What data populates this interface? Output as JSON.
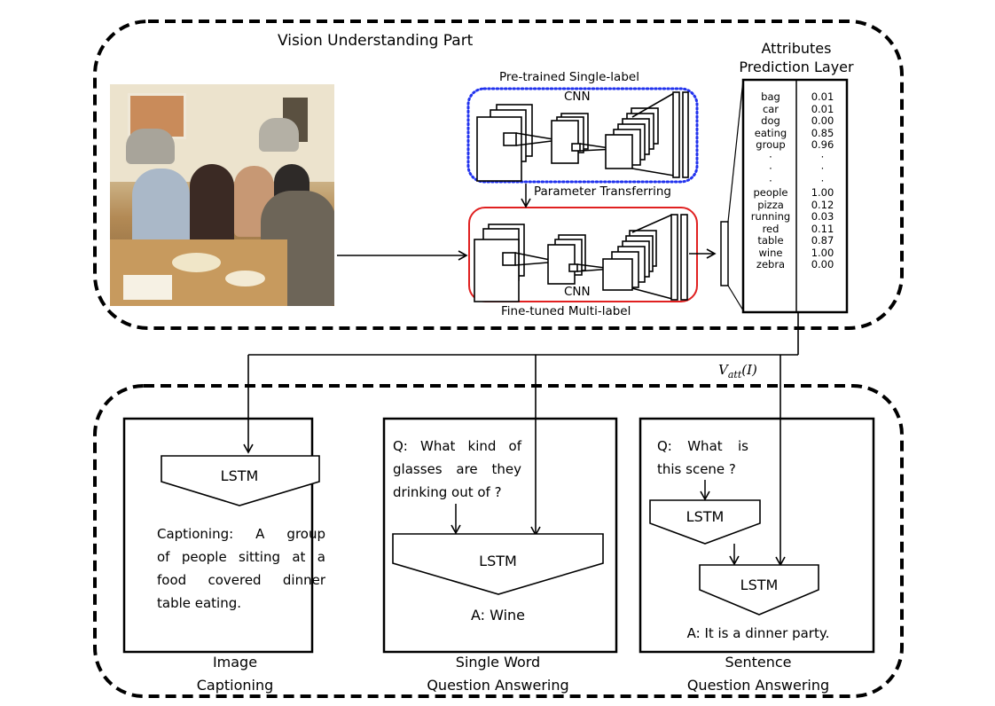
{
  "vision_part": {
    "title": "Vision Understanding Part",
    "photo_description": "dinner party scene with people at a food-covered table, wine glasses and hanging kettle lamps"
  },
  "pretrained_cnn": {
    "title": "Pre-trained Single-label",
    "subtitle": "CNN",
    "border_color": "#2233ee"
  },
  "transfer": {
    "label": "Parameter Transferring"
  },
  "finetuned_cnn": {
    "inner_label": "CNN",
    "caption": "Fine-tuned  Multi-label",
    "border_color": "#e02020"
  },
  "attributes": {
    "title_line1": "Attributes",
    "title_line2": "Prediction Layer",
    "rows": [
      {
        "name": "bag",
        "score": "0.01"
      },
      {
        "name": "car",
        "score": "0.01"
      },
      {
        "name": "dog",
        "score": "0.00"
      },
      {
        "name": "eating",
        "score": "0.85"
      },
      {
        "name": "group",
        "score": "0.96"
      },
      {
        "name": "·",
        "score": "·"
      },
      {
        "name": "·",
        "score": "·"
      },
      {
        "name": "·",
        "score": "·"
      },
      {
        "name": "people",
        "score": "1.00"
      },
      {
        "name": "pizza",
        "score": "0.12"
      },
      {
        "name": "running",
        "score": "0.03"
      },
      {
        "name": "red",
        "score": "0.11"
      },
      {
        "name": "table",
        "score": "0.87"
      },
      {
        "name": "wine",
        "score": "1.00"
      },
      {
        "name": "zebra",
        "score": "0.00"
      }
    ]
  },
  "vatt_label": {
    "main": "V",
    "sub": "att",
    "arg": "(I)"
  },
  "tasks": {
    "captioning": {
      "lstm": "LSTM",
      "text_lines": [
        "Captioning:  A  group",
        "of people sitting at a",
        "food  covered  dinner",
        "table eating."
      ],
      "title_line1": "Image",
      "title_line2": "Captioning"
    },
    "single_word_qa": {
      "question_lines": [
        "Q: What kind of",
        "glasses are they",
        "drinking out of ?"
      ],
      "lstm": "LSTM",
      "answer": "A: Wine",
      "title_line1": "Single Word",
      "title_line2": "Question Answering"
    },
    "sentence_qa": {
      "question_lines": [
        "Q:  What  is",
        "this scene ?"
      ],
      "lstm_1": "LSTM",
      "lstm_2": "LSTM",
      "answer": "A: It is a dinner party.",
      "title_line1": "Sentence",
      "title_line2": "Question Answering"
    }
  }
}
